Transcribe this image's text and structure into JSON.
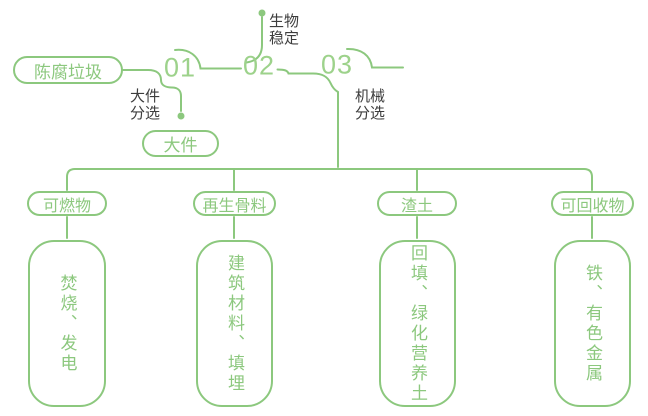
{
  "palette": {
    "line_green": "#8cc87e",
    "number_green": "#9dd28b",
    "label_dark": "#3d3d3d",
    "background": "#ffffff"
  },
  "flow": {
    "source_label": "陈腐垃圾",
    "steps": [
      {
        "number": "01",
        "label": "大件分选",
        "label_lines": [
          "大件",
          "分选"
        ],
        "branch_output": "大件"
      },
      {
        "number": "02",
        "label": "生物稳定",
        "label_lines": [
          "生物",
          "稳定"
        ]
      },
      {
        "number": "03",
        "label": "机械分选",
        "label_lines": [
          "机械",
          "分选"
        ]
      }
    ]
  },
  "outputs": [
    {
      "category": "可燃物",
      "detail": "焚烧、发电"
    },
    {
      "category": "再生骨料",
      "detail": "建筑材料、填埋"
    },
    {
      "category": "渣土",
      "detail": "回填、绿化营养土"
    },
    {
      "category": "可回收物",
      "detail": "铁、有色金属"
    }
  ]
}
